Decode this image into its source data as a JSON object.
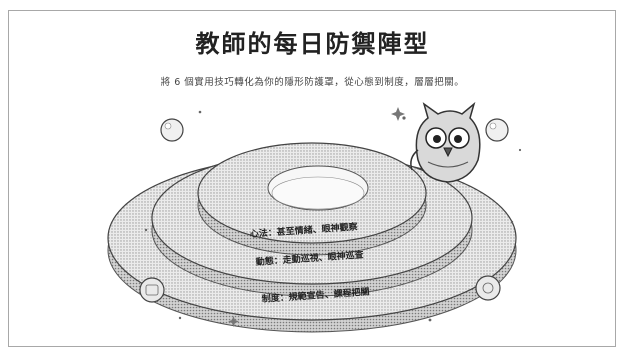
{
  "title": "教師的每日防禦陣型",
  "subtitle": "將 6 個實用技巧轉化為你的隱形防護罩，從心態到制度，層層把關。",
  "layers": [
    {
      "id": "mindset",
      "label": "心法：甚至情緒、眼神觀察"
    },
    {
      "id": "action",
      "label": "動態：走動巡視、眼神巡查"
    },
    {
      "id": "system",
      "label": "制度：規範宣告、課程把關"
    }
  ],
  "colors": {
    "ink": "#222222",
    "ring_fill": "#dcdcdc",
    "ring_edge": "#555555",
    "frame": "#a8a8a8"
  },
  "decorations": [
    "owl-mascot",
    "left-bubble",
    "right-bubble",
    "bottom-left-bubble",
    "bottom-right-bubble",
    "sparkles"
  ]
}
